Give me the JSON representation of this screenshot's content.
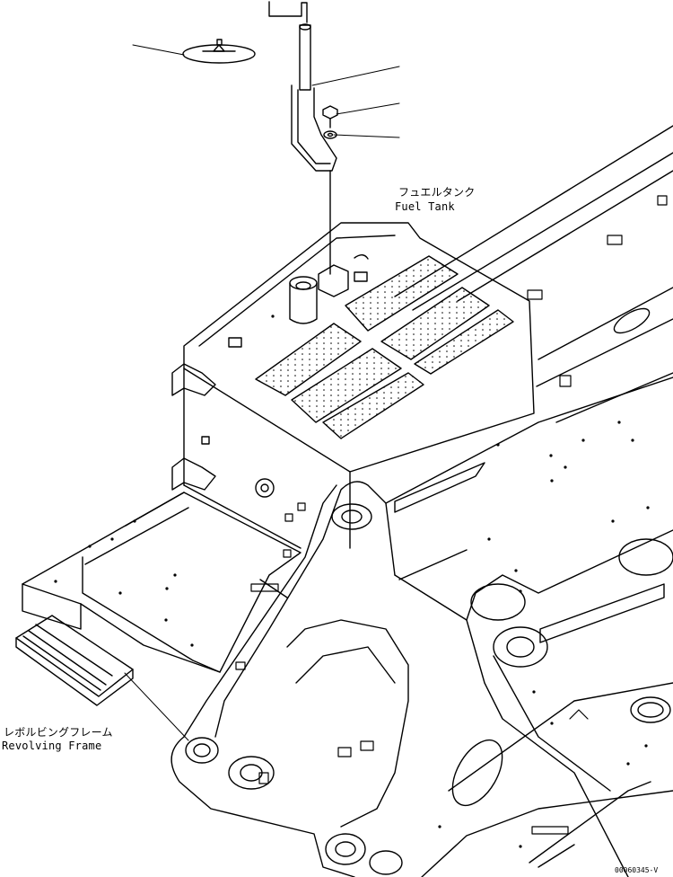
{
  "labels": {
    "fuel_tank_jp": "フュエルタンク",
    "fuel_tank_en": "Fuel Tank",
    "revolving_frame_jp": "レボルビングフレーム",
    "revolving_frame_en": "Revolving Frame"
  },
  "drawing_code": "00060345-V"
}
